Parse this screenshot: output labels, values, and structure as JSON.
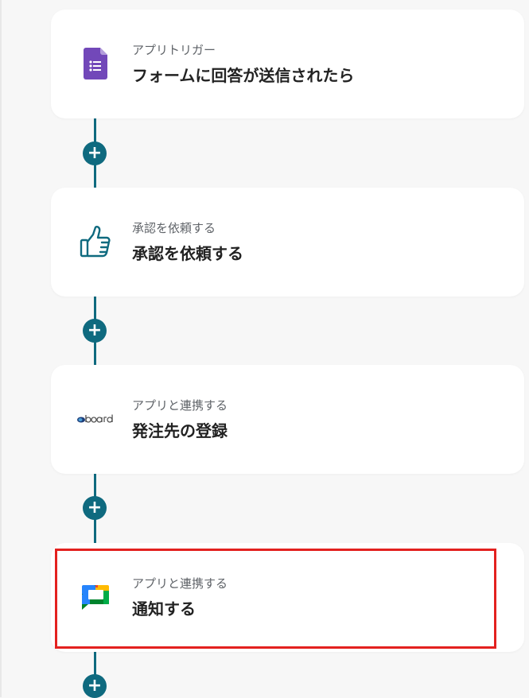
{
  "flow": {
    "steps": [
      {
        "subtitle": "アプリトリガー",
        "title": "フォームに回答が送信されたら",
        "icon": "google-forms-icon"
      },
      {
        "subtitle": "承認を依頼する",
        "title": "承認を依頼する",
        "icon": "thumbs-up-icon"
      },
      {
        "subtitle": "アプリと連携する",
        "title": "発注先の登録",
        "icon": "board-logo-icon"
      },
      {
        "subtitle": "アプリと連携する",
        "title": "通知する",
        "icon": "google-chat-icon"
      }
    ],
    "add_label": "+"
  },
  "colors": {
    "connector": "#0f6a7f",
    "highlight": "#e3211f",
    "forms_purple": "#7248b9"
  }
}
